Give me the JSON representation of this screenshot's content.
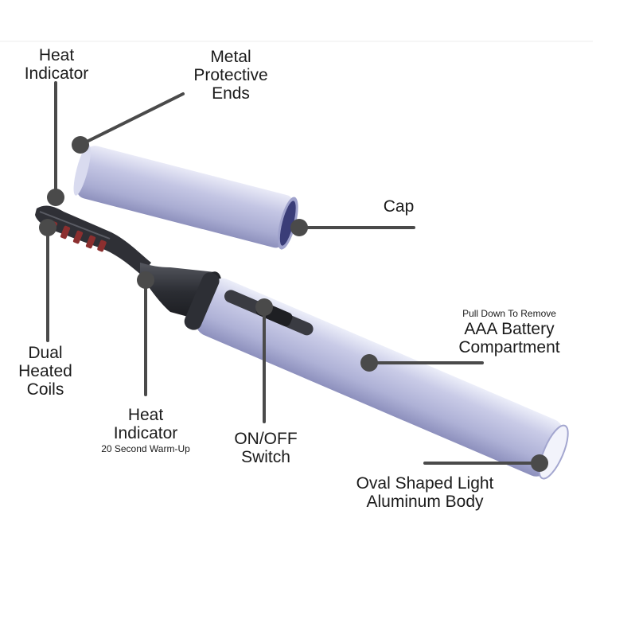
{
  "callouts": {
    "heat_indicator_top": {
      "lines": [
        "Heat",
        "Indicator"
      ]
    },
    "metal_ends": {
      "lines": [
        "Metal",
        "Protective",
        "Ends"
      ]
    },
    "cap": {
      "lines": [
        "Cap"
      ]
    },
    "battery": {
      "note": "Pull Down To Remove",
      "lines": [
        "AAA Battery",
        "Compartment"
      ]
    },
    "coils": {
      "lines": [
        "Dual",
        "Heated",
        "Coils"
      ]
    },
    "heat_indicator_mid": {
      "lines": [
        "Heat",
        "Indicator"
      ],
      "note": "20 Second Warm-Up"
    },
    "switch": {
      "lines": [
        "ON/OFF",
        "Switch"
      ]
    },
    "body": {
      "lines": [
        "Oval Shaped Light",
        "Aluminum Body"
      ]
    }
  },
  "colors": {
    "aluminum": "#b9bbdc",
    "aluminum_light": "#e6e7f6",
    "aluminum_dark": "#8d90bd",
    "cap_interior": "#3a3d78",
    "handle": "#2b2d33",
    "coil": "#9c3a3a",
    "pointer": "#4a4a4a"
  }
}
